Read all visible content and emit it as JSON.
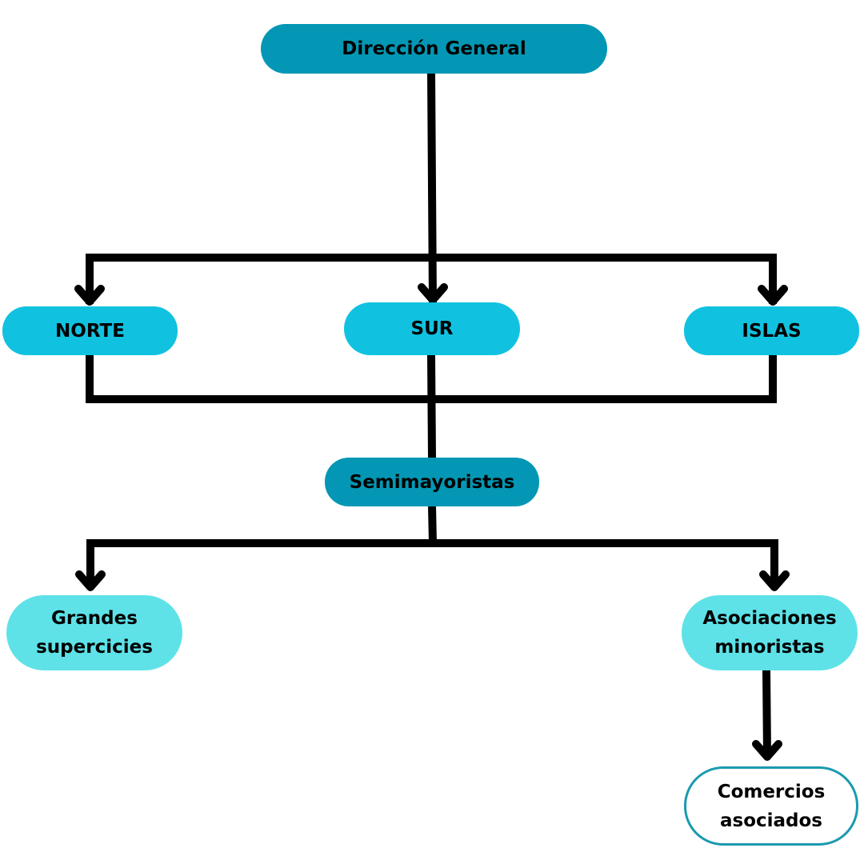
{
  "colors": {
    "dark_teal": "#0397b5",
    "cyan": "#10c2e0",
    "light_cyan": "#5ee2e8",
    "outline": "#1a9aaf",
    "connector": "#000000"
  },
  "nodes": {
    "direccion": "Dirección General",
    "norte": "NORTE",
    "sur": "SUR",
    "islas": "ISLAS",
    "semimayoristas": "Semimayoristas",
    "grandes": "Grandes\nsupercicies",
    "asociaciones": "Asociaciones\nminoristas",
    "comercios": "Comercios\nasociados"
  }
}
